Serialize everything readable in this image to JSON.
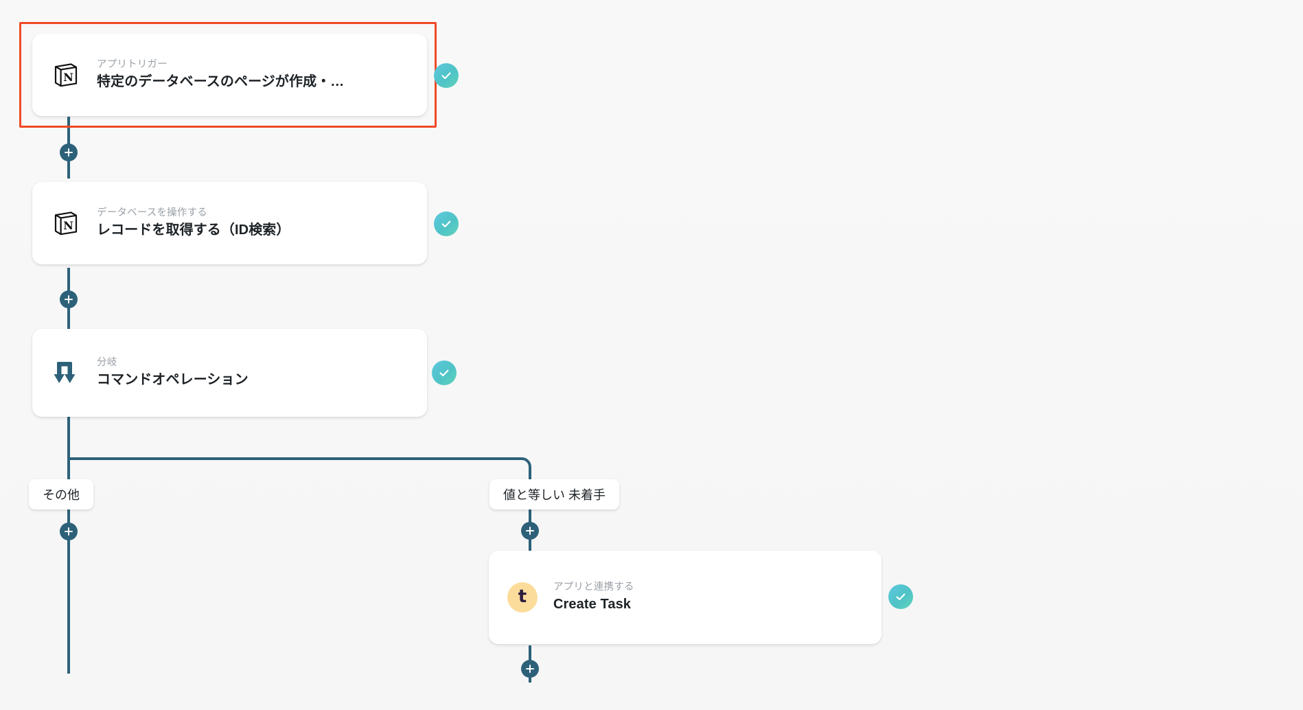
{
  "canvas": {
    "background_color": "#f7f7f7",
    "wire_color": "#2d6179",
    "highlight_color": "#f04a27"
  },
  "nodes": [
    {
      "id": "trigger",
      "kicker": "アプリトリガー",
      "title": "特定のデータベースのページが作成・…",
      "icon": "notion-icon",
      "status": "success",
      "selected": true
    },
    {
      "id": "get-record",
      "kicker": "データベースを操作する",
      "title": "レコードを取得する（ID検索）",
      "icon": "notion-icon",
      "status": "success",
      "selected": false
    },
    {
      "id": "branch",
      "kicker": "分岐",
      "title": "コマンドオペレーション",
      "icon": "branch-icon",
      "status": "success",
      "selected": false
    },
    {
      "id": "create-task",
      "kicker": "アプリと連携する",
      "title": "Create Task",
      "icon": "trello-t-icon",
      "status": "success",
      "selected": false
    }
  ],
  "branches": [
    {
      "id": "other",
      "label": "その他"
    },
    {
      "id": "equals-not-started",
      "label": "値と等しい 未着手"
    }
  ],
  "add_buttons": [
    {
      "id": "add-after-trigger",
      "label": "+"
    },
    {
      "id": "add-after-get-record",
      "label": "+"
    },
    {
      "id": "add-other-branch",
      "label": "+"
    },
    {
      "id": "add-equals-branch",
      "label": "+"
    },
    {
      "id": "add-after-create-task",
      "label": "+"
    }
  ],
  "status_badges": [
    {
      "id": "status-trigger",
      "icon": "check-icon"
    },
    {
      "id": "status-get-record",
      "icon": "check-icon"
    },
    {
      "id": "status-branch",
      "icon": "check-icon"
    },
    {
      "id": "status-create-task",
      "icon": "check-icon"
    }
  ]
}
